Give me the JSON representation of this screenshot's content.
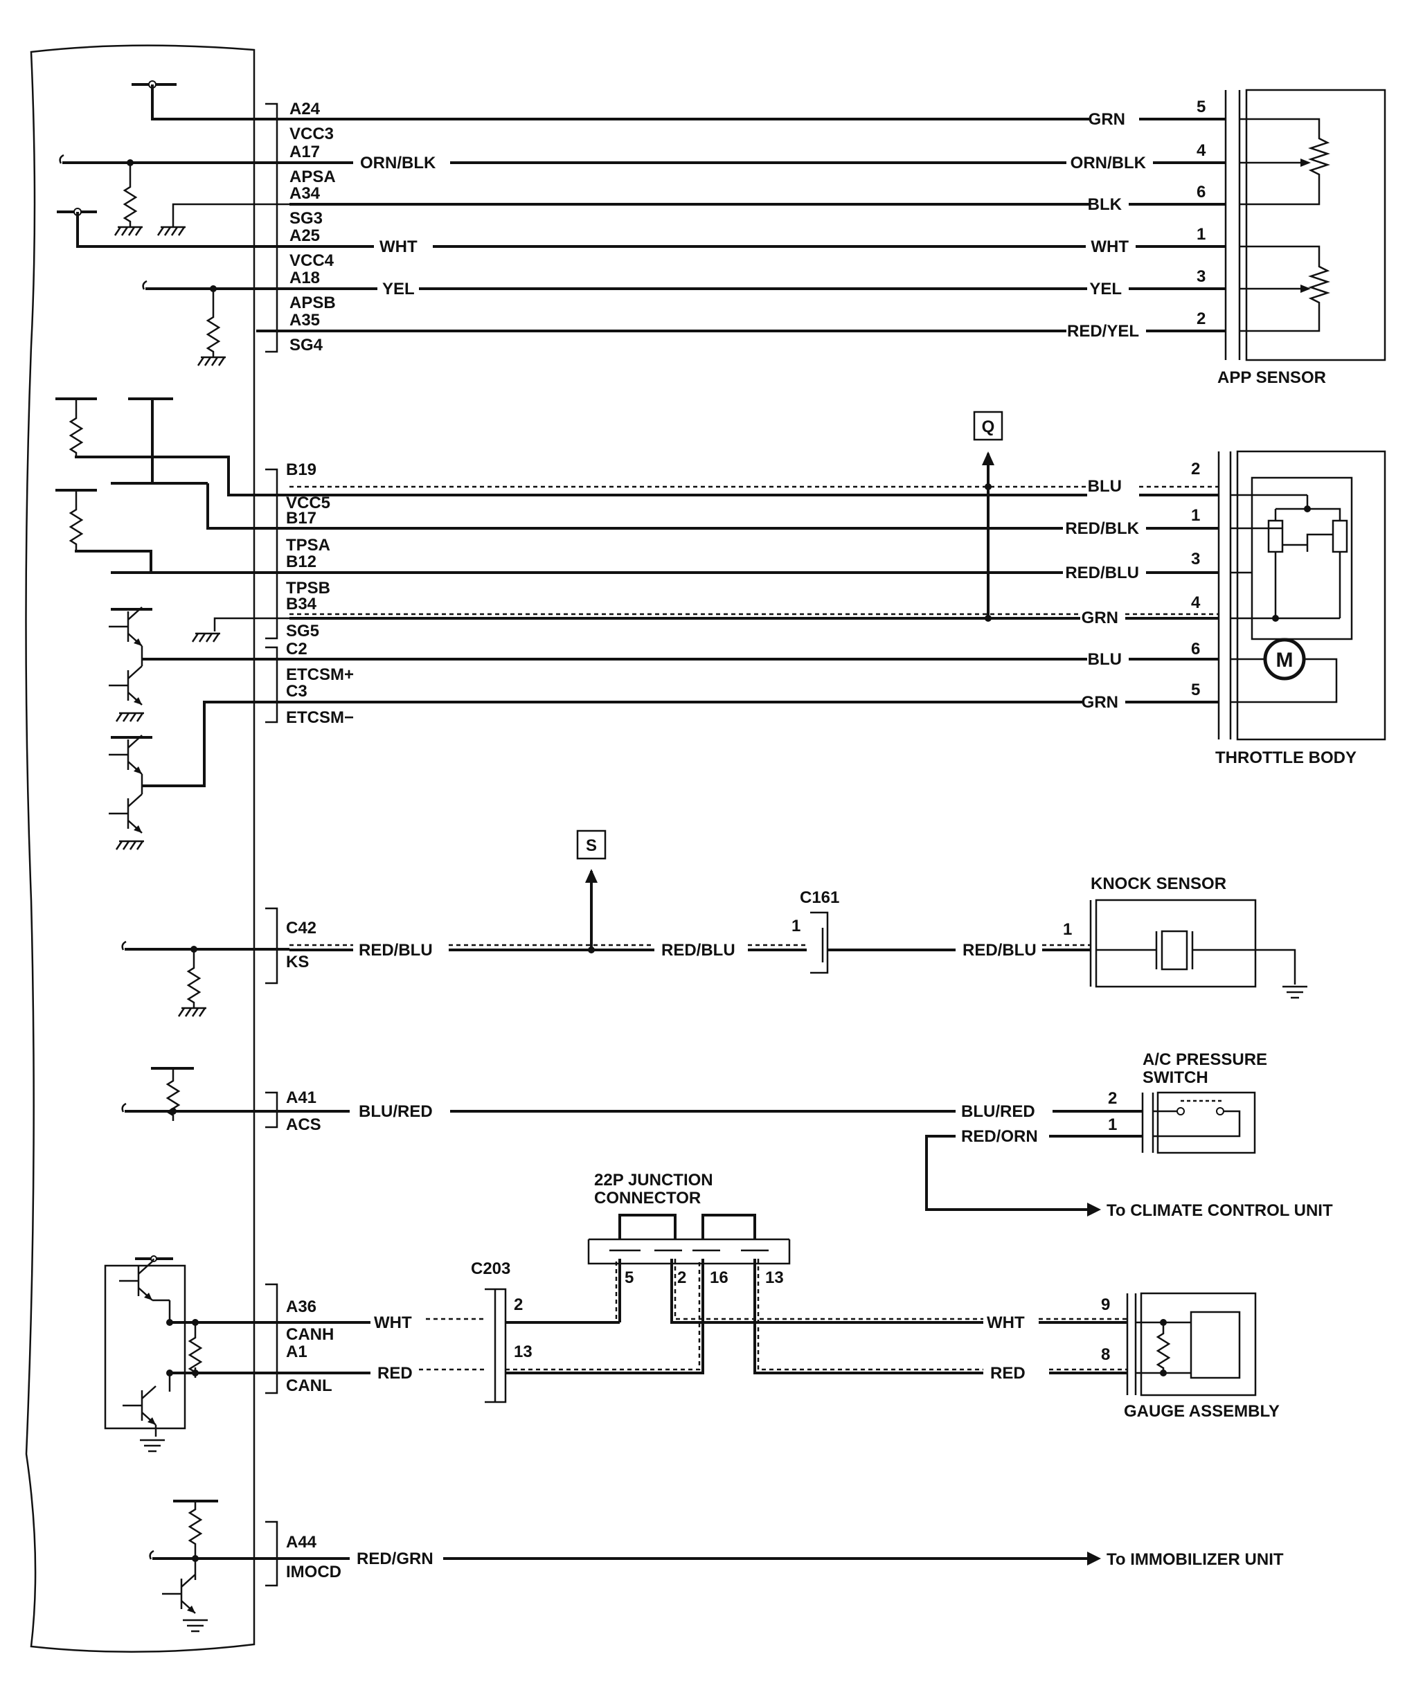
{
  "app_sensor": {
    "title": "APP SENSOR",
    "pins": [
      {
        "ecm_pin": "A24",
        "signal": "VCC3",
        "left_color": "",
        "right_color": "GRN",
        "sensor_pin": "5"
      },
      {
        "ecm_pin": "A17",
        "signal": "APSA",
        "left_color": "ORN/BLK",
        "right_color": "ORN/BLK",
        "sensor_pin": "4"
      },
      {
        "ecm_pin": "A34",
        "signal": "SG3",
        "left_color": "",
        "right_color": "BLK",
        "sensor_pin": "6"
      },
      {
        "ecm_pin": "A25",
        "signal": "VCC4",
        "left_color": "WHT",
        "right_color": "WHT",
        "sensor_pin": "1"
      },
      {
        "ecm_pin": "A18",
        "signal": "APSB",
        "left_color": "YEL",
        "right_color": "YEL",
        "sensor_pin": "3"
      },
      {
        "ecm_pin": "A35",
        "signal": "SG4",
        "left_color": "",
        "right_color": "RED/YEL",
        "sensor_pin": "2"
      }
    ]
  },
  "throttle_body": {
    "title": "THROTTLE BODY",
    "ref_label": "Q",
    "motor_label": "M",
    "pins": [
      {
        "ecm_pin": "B19",
        "signal": "VCC5",
        "color": "BLU",
        "sensor_pin": "2"
      },
      {
        "ecm_pin": "B17",
        "signal": "TPSA",
        "color": "RED/BLK",
        "sensor_pin": "1"
      },
      {
        "ecm_pin": "B12",
        "signal": "TPSB",
        "color": "RED/BLU",
        "sensor_pin": "3"
      },
      {
        "ecm_pin": "B34",
        "signal": "SG5",
        "color": "GRN",
        "sensor_pin": "4"
      },
      {
        "ecm_pin": "C2",
        "signal": "ETCSM+",
        "color": "BLU",
        "sensor_pin": "6"
      },
      {
        "ecm_pin": "C3",
        "signal": "ETCSM−",
        "color": "GRN",
        "sensor_pin": "5"
      }
    ]
  },
  "knock": {
    "title": "KNOCK SENSOR",
    "ecm_pin": "C42",
    "signal": "KS",
    "color1": "RED/BLU",
    "color2": "RED/BLU",
    "color3": "RED/BLU",
    "ref_label": "S",
    "connector": "C161",
    "connector_pin": "1",
    "sensor_pin": "1"
  },
  "ac_switch": {
    "title_line1": "A/C PRESSURE",
    "title_line2": "SWITCH",
    "ecm_pin": "A41",
    "signal": "ACS",
    "color_left": "BLU/RED",
    "color_right": "BLU/RED",
    "pin_a": "2",
    "pin_b": "1",
    "other_color": "RED/ORN",
    "destination": "To CLIMATE CONTROL UNIT"
  },
  "can_bus": {
    "junction_line1": "22P JUNCTION",
    "junction_line2": "CONNECTOR",
    "connector": "C203",
    "canh_pin": "A36",
    "canh": "CANH",
    "canh_color_left": "WHT",
    "canh_color_right": "WHT",
    "canl_pin": "A1",
    "canl": "CANL",
    "canl_color_left": "RED",
    "canl_color_right": "RED",
    "c203_pin_h": "2",
    "c203_pin_l": "13",
    "jc_pins": [
      "5",
      "2",
      "16",
      "13"
    ],
    "gauge_pin_h": "9",
    "gauge_pin_l": "8",
    "gauge_title": "GAUGE ASSEMBLY"
  },
  "immobilizer": {
    "ecm_pin": "A44",
    "signal": "IMOCD",
    "color": "RED/GRN",
    "destination": "To IMMOBILIZER UNIT"
  }
}
